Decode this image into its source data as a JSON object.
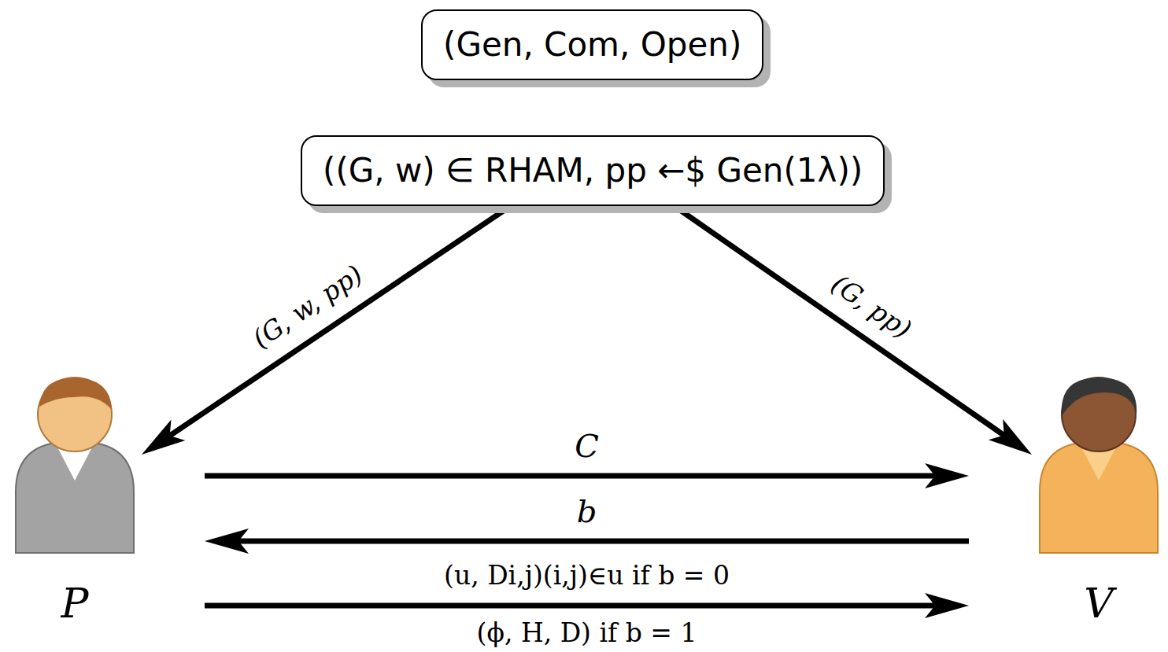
{
  "diagram": {
    "nodes": [
      {
        "text": [
          "(Gen, Com, Open)"
        ]
      },
      {
        "text": [
          "((G, w) ∈ RHAM, pp ←$ Gen(1λ))"
        ]
      },
      {
        "text": [
          "P"
        ]
      },
      {
        "text": [
          "V"
        ]
      }
    ],
    "edges": [
      {
        "from": 1,
        "to": 2,
        "arrow": "to",
        "label": "(G, w, pp)"
      },
      {
        "from": 1,
        "to": 3,
        "arrow": "to",
        "label": "(G, pp)"
      },
      {
        "from": 2,
        "to": 3,
        "arrow": "to",
        "label": "C"
      },
      {
        "from": 3,
        "to": 2,
        "arrow": "to",
        "label": "b"
      },
      {
        "from": 2,
        "to": 3,
        "arrow": "to",
        "label": "(u, Di,j)(i,j)∈u if b = 0"
      }
    ],
    "labels": [
      "(ϕ, H, D) if b = 1"
    ]
  }
}
